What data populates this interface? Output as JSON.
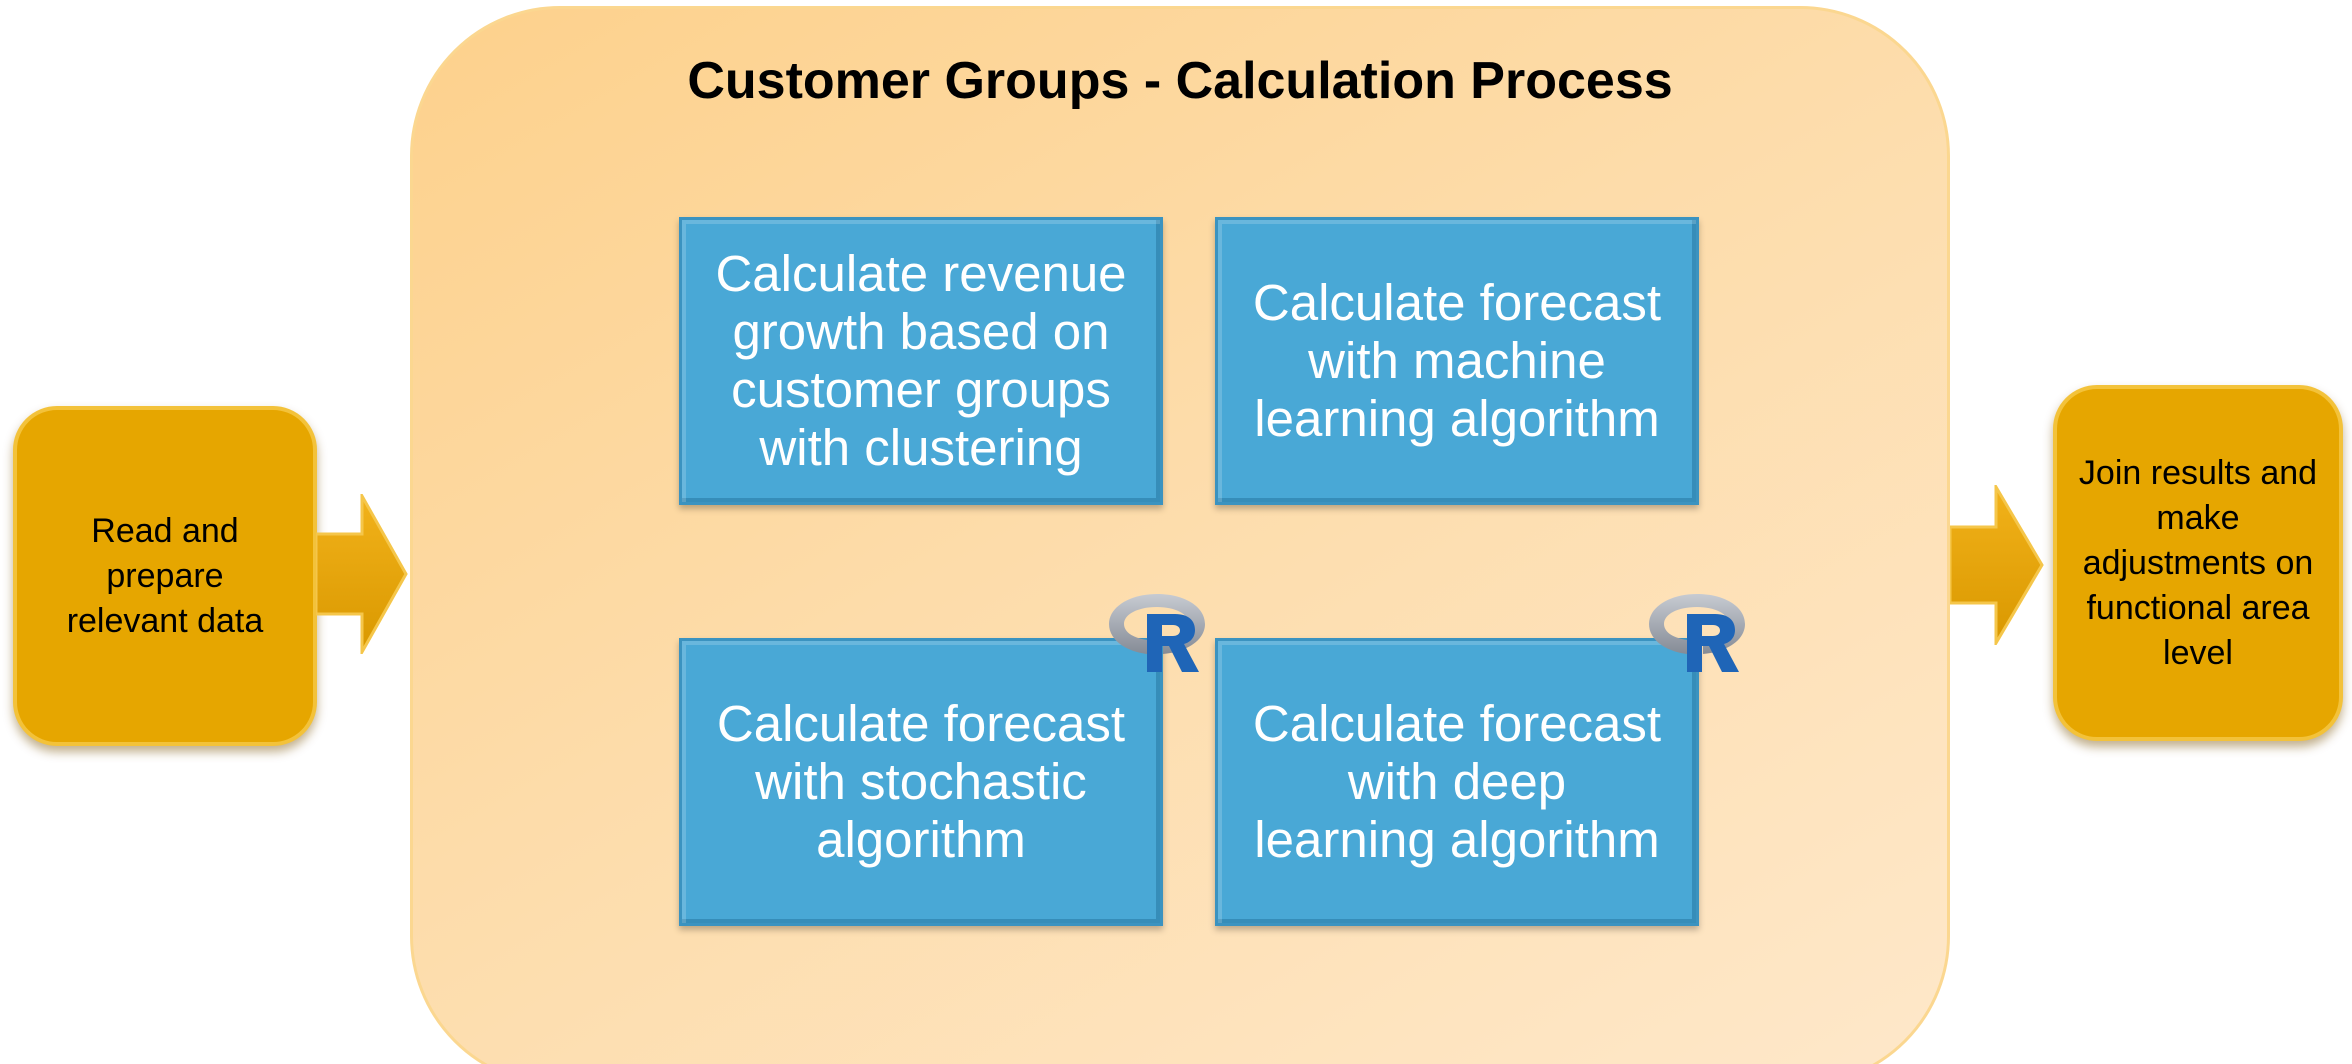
{
  "diagram": {
    "title": "Customer Groups - Calculation Process",
    "input": {
      "label": "Read and prepare relevant data",
      "lines": [
        "Read and",
        "prepare",
        "relevant data"
      ]
    },
    "steps": [
      {
        "label": "Calculate revenue growth based on customer groups with clustering",
        "lines": [
          "Calculate revenue",
          "growth based on",
          "customer groups",
          "with clustering"
        ],
        "badge": null
      },
      {
        "label": "Calculate forecast with machine learning algorithm",
        "lines": [
          "Calculate forecast",
          "with machine",
          "learning algorithm"
        ],
        "badge": null
      },
      {
        "label": "Calculate forecast with stochastic algorithm",
        "lines": [
          "Calculate forecast",
          "with stochastic",
          "algorithm"
        ],
        "badge": "r-logo-icon"
      },
      {
        "label": "Calculate forecast with deep learning algorithm",
        "lines": [
          "Calculate forecast",
          "with deep",
          "learning algorithm"
        ],
        "badge": "r-logo-icon"
      }
    ],
    "output": {
      "label": "Join results and make adjustments on functional area level",
      "lines": [
        "Join results and",
        "make",
        "adjustments on",
        "functional area",
        "level"
      ]
    },
    "colors": {
      "container": "#fdd9a3",
      "step_fill": "#49a8d6",
      "side_fill": "#e6a600",
      "arrow_fill": "#e6a600",
      "r_logo_blue": "#1f65b7",
      "r_logo_ring": "#9ea4ae"
    }
  }
}
